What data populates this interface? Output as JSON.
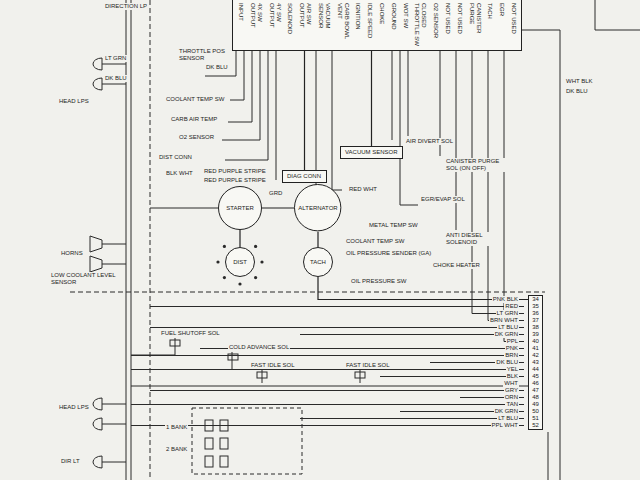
{
  "diagram": {
    "nodes": [
      {
        "text": [
          "INPUT",
          "4X SW OUTPUT",
          "4Y SW OUTPUT",
          "SOLENOID",
          "AIR SW OUTPUT",
          "VACUUM SENSOR",
          "CARB BOWL VENT",
          "IGNITION",
          "IDLE SPEED",
          "CHOKE",
          "GROUND",
          "WOT SW",
          "CLOSED THROTTLE SW",
          "O2 SENSOR",
          "NOT USED",
          "NOT USED",
          "CANISTER PURGE",
          "TACH",
          "EGR",
          "NOT USED"
        ]
      },
      {
        "text": [
          "VACUUM SENSOR"
        ]
      },
      {
        "text": [
          "DIAG CONN"
        ]
      },
      {
        "text": [
          "STARTER"
        ]
      },
      {
        "text": [
          "ALTERNATOR"
        ]
      },
      {
        "text": [
          "DIST"
        ]
      },
      {
        "text": [
          "TACH"
        ]
      },
      {
        "text": [
          "34",
          "35",
          "36",
          "37",
          "38",
          "39",
          "40",
          "41",
          "42",
          "43",
          "44",
          "45",
          "46",
          "47",
          "48",
          "49",
          "50",
          "51",
          "52"
        ]
      }
    ],
    "edges": [
      {
        "from": 3,
        "to": 4,
        "arrow": "none"
      },
      {
        "from": 3,
        "to": 5,
        "arrow": "none"
      },
      {
        "from": 4,
        "to": 6,
        "arrow": "none"
      },
      {
        "from": 1,
        "to": 0,
        "arrow": "none"
      },
      {
        "from": 2,
        "to": 0,
        "arrow": "none"
      },
      {
        "from": 6,
        "to": 7,
        "arrow": "none"
      }
    ],
    "labels": [
      "DIRECTION LP",
      "LT GRN",
      "DK BLU",
      "HEAD LPS",
      "THROTTLE POS SENSOR",
      "DK BLU",
      "COOLANT TEMP SW",
      "CARB AIR TEMP",
      "O2 SENSOR",
      "DIST CONN",
      "BLK WHT",
      "RED PURPLE STRIPE",
      "RED PURPLE STRIPE",
      "GRD",
      "RED WHT",
      "AIR DIVERT SOL",
      "CANISTER PURGE SOL (ON OFF)",
      "EGR/EVAP SOL",
      "METAL TEMP SW",
      "ANTI DIESEL SOLENOID",
      "COOLANT TEMP SW",
      "OIL PRESSURE SENDER (GA)",
      "CHOKE HEATER",
      "OIL PRESSURE SW",
      "HORNS",
      "LOW COOLANT LEVEL SENSOR",
      "FUEL SHUTOFF SOL",
      "COLD ADVANCE SOL",
      "FAST IDLE SOL",
      "FAST IDLE SOL",
      "HEAD LPS",
      "DIR LT",
      "1 BANK",
      "2 BANK",
      "WHT BLK",
      "DK BLU",
      "PNK BLK",
      "RED",
      "LT GRN",
      "BRN WHT",
      "LT BLU",
      "DK GRN",
      "PPL",
      "PNK",
      "BRN",
      "DK BLU",
      "YEL",
      "BLK",
      "WHT",
      "GRY",
      "ORN",
      "TAN",
      "DK GRN",
      "LT BLU",
      "PPL WHT"
    ]
  }
}
